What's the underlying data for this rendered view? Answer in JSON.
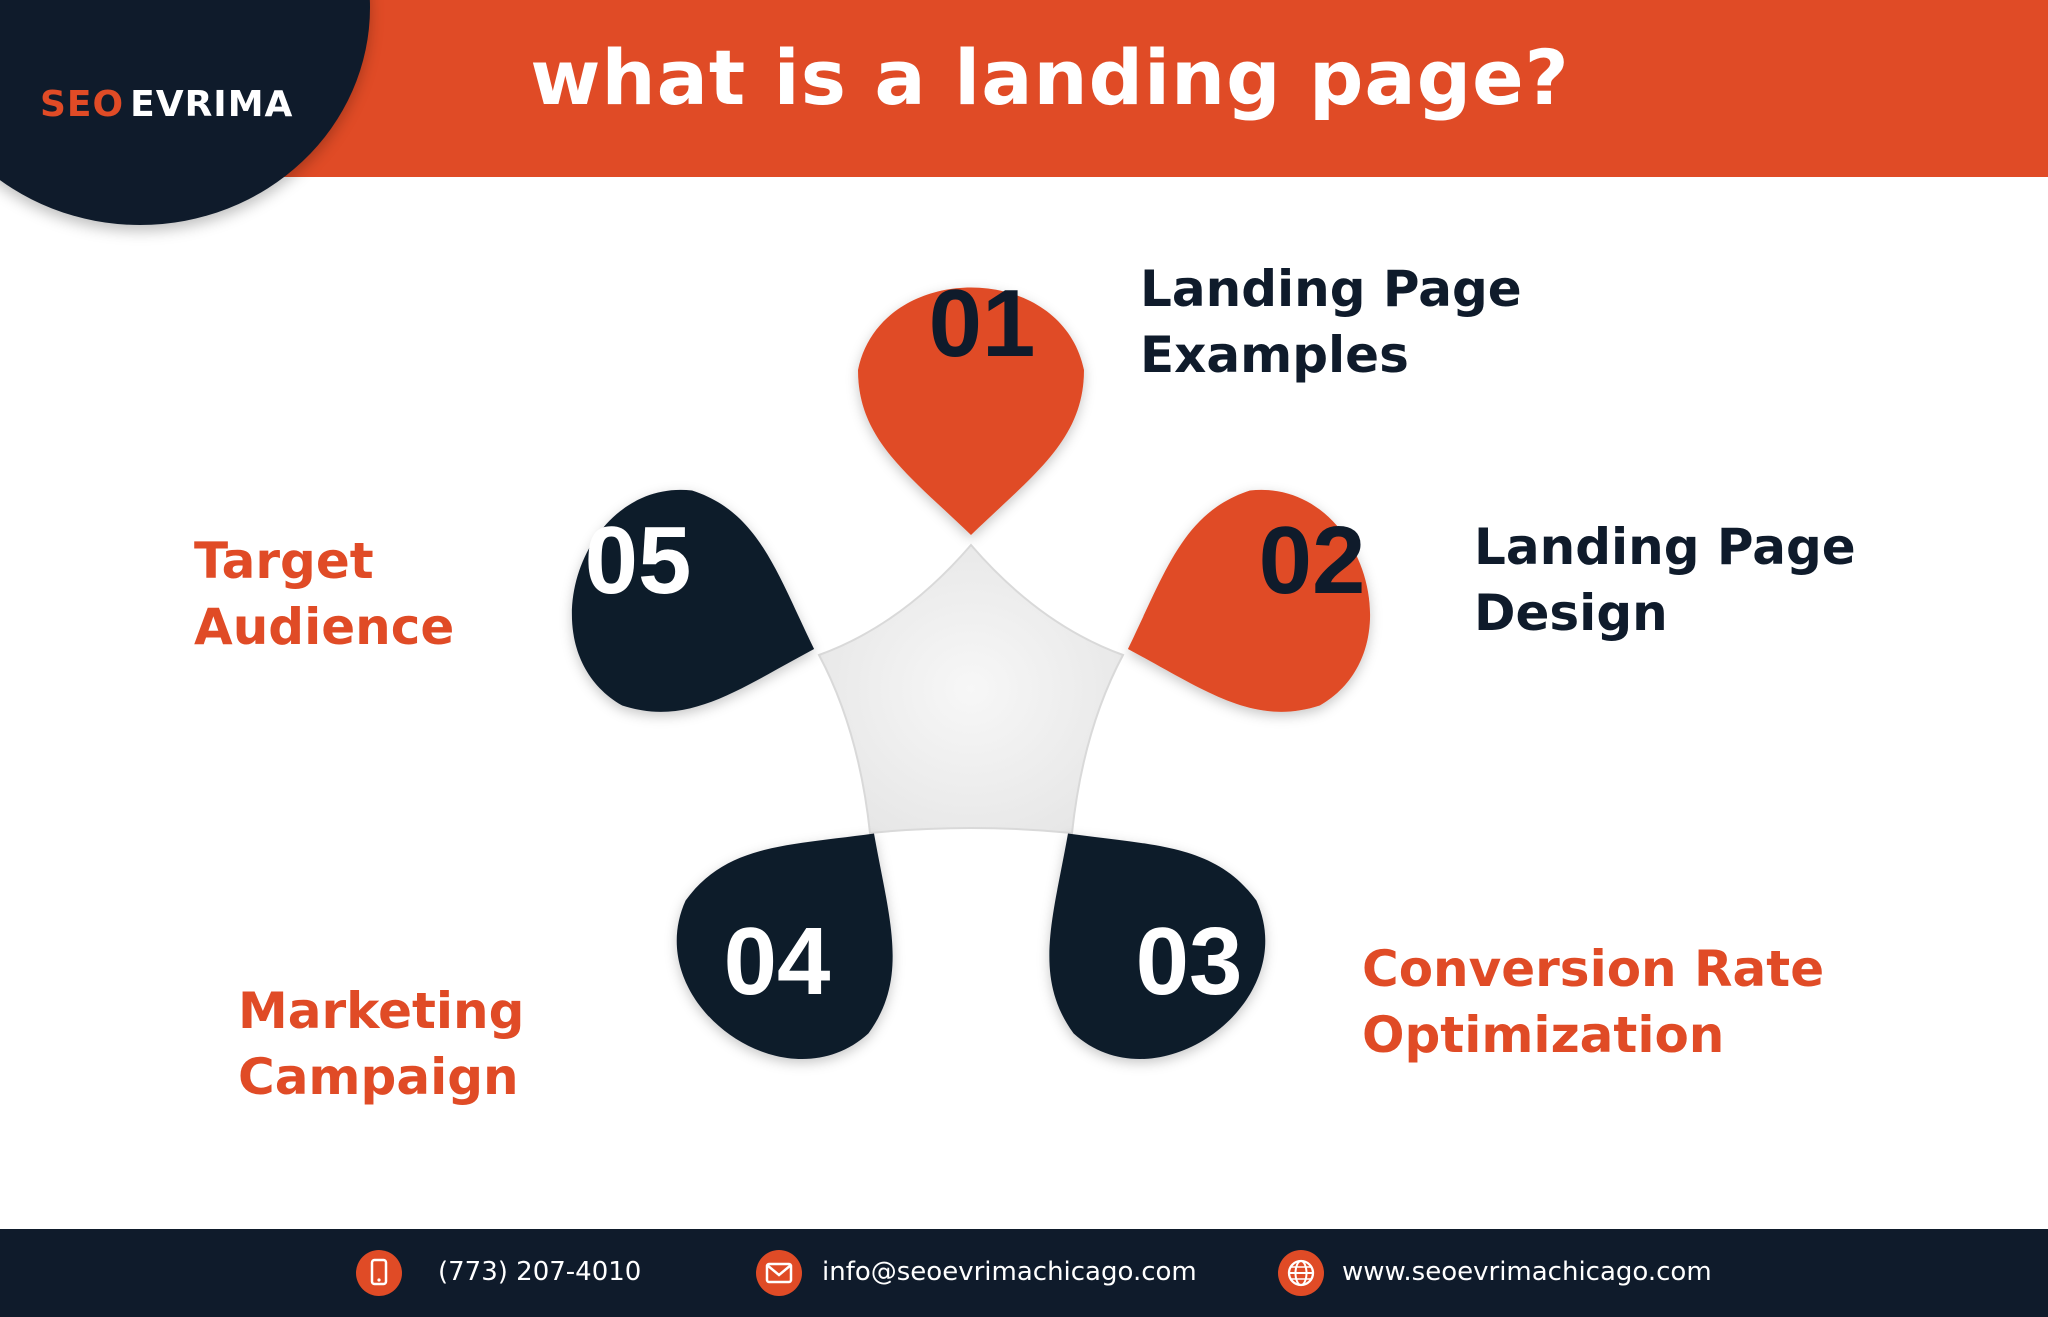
{
  "brand": {
    "logo_seo": "SEO",
    "logo_evrima": "EVRIMA",
    "primary_color": "#e04b26",
    "dark_color": "#0f1b2b",
    "center_color": "#f1f1f1"
  },
  "title": "what is a landing page?",
  "diagram": {
    "items": [
      {
        "number": "01",
        "label_lines": [
          "Landing Page",
          "Examples"
        ],
        "petal_color": "orange",
        "number_color": "dark",
        "label_color": "dark"
      },
      {
        "number": "02",
        "label_lines": [
          "Landing Page",
          "Design"
        ],
        "petal_color": "orange",
        "number_color": "dark",
        "label_color": "dark"
      },
      {
        "number": "03",
        "label_lines": [
          "Conversion Rate",
          "Optimization"
        ],
        "petal_color": "dark",
        "number_color": "white",
        "label_color": "orange"
      },
      {
        "number": "04",
        "label_lines": [
          "Marketing",
          "Campaign"
        ],
        "petal_color": "dark",
        "number_color": "white",
        "label_color": "orange"
      },
      {
        "number": "05",
        "label_lines": [
          "Target",
          "Audience"
        ],
        "petal_color": "dark",
        "number_color": "white",
        "label_color": "orange"
      }
    ]
  },
  "footer": {
    "phone": "(773) 207-4010",
    "email": "info@seoevrimachicago.com",
    "website": "www.seoevrimachicago.com",
    "phone_icon": "phone-icon",
    "email_icon": "envelope-icon",
    "website_icon": "globe-icon"
  }
}
